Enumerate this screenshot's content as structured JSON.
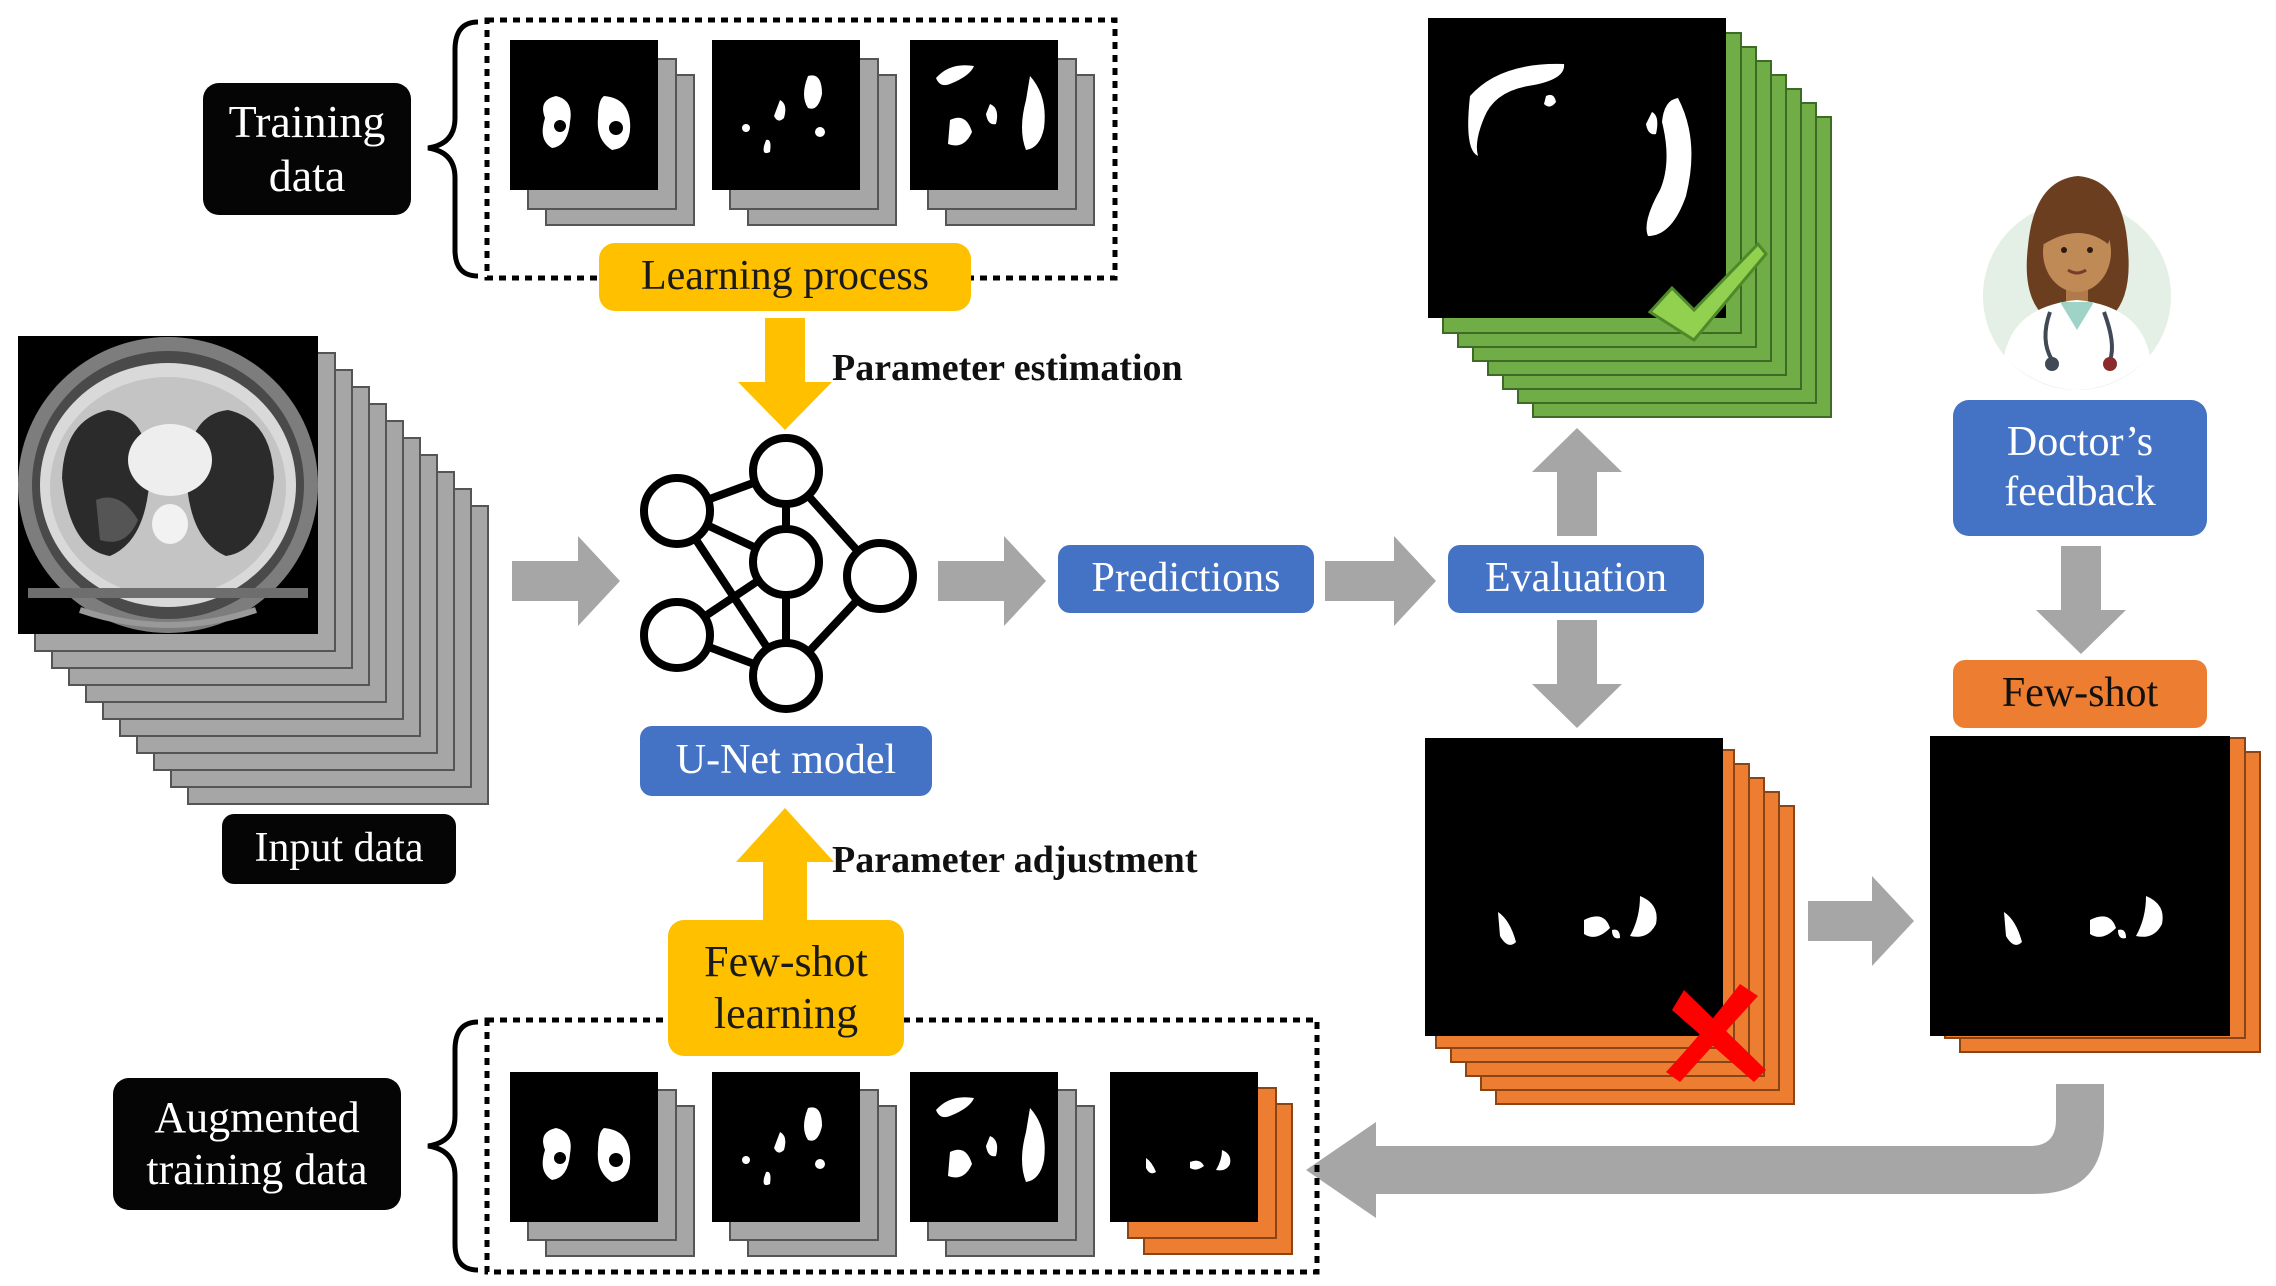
{
  "labels": {
    "training_data": "Training\ndata",
    "learning_process": "Learning process",
    "parameter_estimation": "Parameter estimation",
    "input_data": "Input data",
    "unet_model": "U-Net model",
    "predictions": "Predictions",
    "evaluation": "Evaluation",
    "doctors_feedback": "Doctor’s\nfeedback",
    "few_shot": "Few-shot",
    "parameter_adjustment": "Parameter adjustment",
    "few_shot_learning": "Few-shot\nlearning",
    "augmented_training_data": "Augmented\ntraining data"
  },
  "colors": {
    "black": "#050505",
    "blue": "#4472c4",
    "yellow": "#ffc000",
    "orange": "#ed7d31",
    "green": "#70ad47",
    "gray": "#a6a6a6"
  },
  "icons": [
    "brace-icon",
    "neural-network-icon",
    "check-mark-icon",
    "cross-mark-icon",
    "doctor-avatar-icon",
    "ct-scan-image"
  ]
}
